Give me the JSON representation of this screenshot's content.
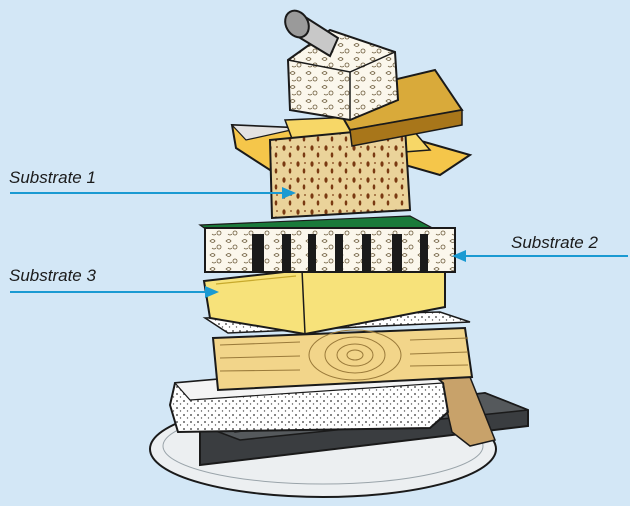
{
  "labels": {
    "substrate_1": "Substrate 1",
    "substrate_2": "Substrate 2",
    "substrate_3": "Substrate 3"
  },
  "colors": {
    "background": "#d3e7f6",
    "pointer": "#1a9ad2",
    "outline": "#1a1a1a"
  }
}
